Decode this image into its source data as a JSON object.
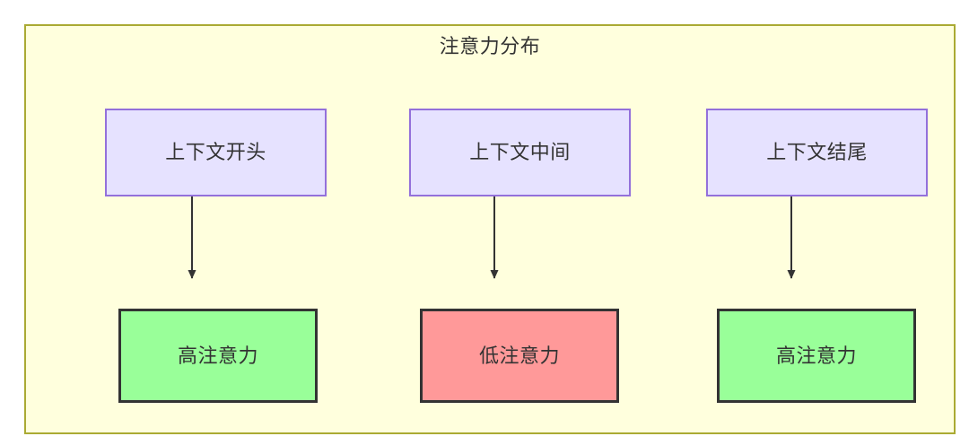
{
  "diagram": {
    "title": "注意力分布",
    "background_color": "#ffffdd",
    "frame_border_color": "#aaaa33",
    "nodes": {
      "sources": [
        {
          "id": "context-start",
          "label": "上下文开头",
          "fill": "#e6e2ff",
          "border": "#9370db"
        },
        {
          "id": "context-middle",
          "label": "上下文中间",
          "fill": "#e6e2ff",
          "border": "#9370db"
        },
        {
          "id": "context-end",
          "label": "上下文结尾",
          "fill": "#e6e2ff",
          "border": "#9370db"
        }
      ],
      "results": [
        {
          "id": "high-attention-start",
          "label": "高注意力",
          "fill": "#99ff99",
          "border": "#333333"
        },
        {
          "id": "low-attention-middle",
          "label": "低注意力",
          "fill": "#ff9999",
          "border": "#333333"
        },
        {
          "id": "high-attention-end",
          "label": "高注意力",
          "fill": "#99ff99",
          "border": "#333333"
        }
      ]
    },
    "edges": [
      {
        "from": "context-start",
        "to": "high-attention-start",
        "label": ""
      },
      {
        "from": "context-middle",
        "to": "low-attention-middle",
        "label": ""
      },
      {
        "from": "context-end",
        "to": "high-attention-end",
        "label": ""
      }
    ],
    "edge_color": "#333333"
  }
}
